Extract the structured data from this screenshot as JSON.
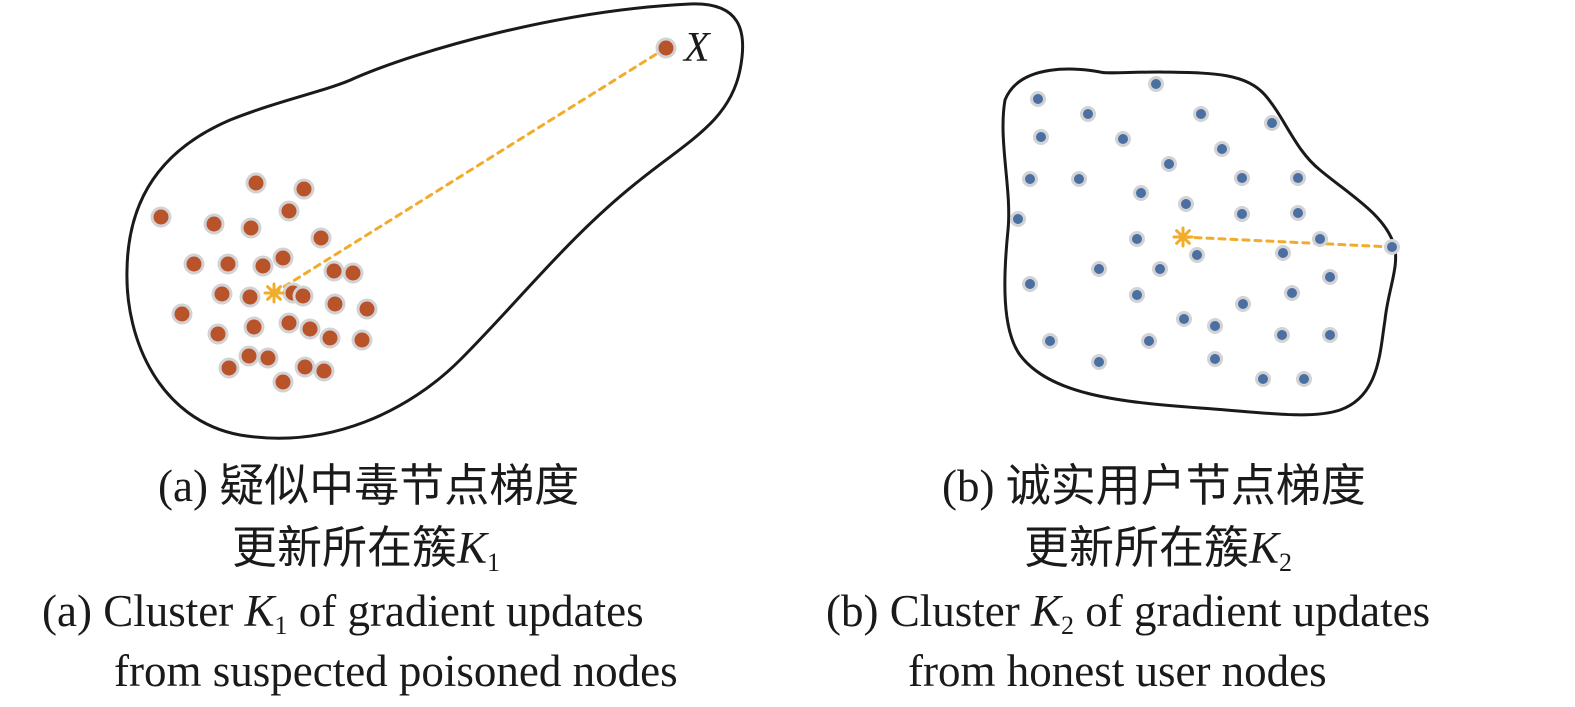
{
  "figure": {
    "panels": [
      {
        "id": "a",
        "cluster_label": "K1",
        "outlier_label": "X",
        "point_color": "#b9532a",
        "halo_color": "#d3d3d6",
        "centroid_color": "#f0ac2a",
        "centroid": [
          274,
          293
        ],
        "outlier": [
          666,
          48
        ],
        "points": [
          [
            256,
            183
          ],
          [
            304,
            189
          ],
          [
            289,
            211
          ],
          [
            161,
            217
          ],
          [
            214,
            224
          ],
          [
            251,
            228
          ],
          [
            321,
            238
          ],
          [
            194,
            264
          ],
          [
            228,
            264
          ],
          [
            263,
            266
          ],
          [
            283,
            258
          ],
          [
            334,
            271
          ],
          [
            353,
            273
          ],
          [
            222,
            294
          ],
          [
            250,
            297
          ],
          [
            293,
            293
          ],
          [
            303,
            296
          ],
          [
            335,
            304
          ],
          [
            367,
            309
          ],
          [
            182,
            314
          ],
          [
            218,
            334
          ],
          [
            254,
            327
          ],
          [
            289,
            323
          ],
          [
            310,
            329
          ],
          [
            330,
            338
          ],
          [
            362,
            340
          ],
          [
            249,
            356
          ],
          [
            268,
            358
          ],
          [
            229,
            368
          ],
          [
            305,
            367
          ],
          [
            324,
            371
          ],
          [
            283,
            382
          ]
        ],
        "caption_zh_line1_prefix": "(a) ",
        "caption_zh_line1": "疑似中毒节点梯度",
        "caption_zh_line2": "更新所在簇",
        "caption_en_prefix": "(a) Cluster ",
        "caption_en_suffix": " of gradient updates",
        "caption_en_line2": "from suspected poisoned nodes",
        "k_symbol": "K",
        "k_subscript": "1"
      },
      {
        "id": "b",
        "cluster_label": "K2",
        "point_color": "#4a6fa0",
        "halo_color": "#d3d3d6",
        "centroid_color": "#f0ac2a",
        "centroid": [
          1183,
          237
        ],
        "farthest": [
          1392,
          247
        ],
        "points": [
          [
            1156,
            84
          ],
          [
            1038,
            99
          ],
          [
            1088,
            114
          ],
          [
            1201,
            114
          ],
          [
            1272,
            123
          ],
          [
            1041,
            137
          ],
          [
            1123,
            139
          ],
          [
            1222,
            149
          ],
          [
            1169,
            164
          ],
          [
            1030,
            179
          ],
          [
            1079,
            179
          ],
          [
            1242,
            178
          ],
          [
            1298,
            178
          ],
          [
            1141,
            193
          ],
          [
            1186,
            204
          ],
          [
            1242,
            214
          ],
          [
            1298,
            213
          ],
          [
            1018,
            219
          ],
          [
            1137,
            239
          ],
          [
            1320,
            239
          ],
          [
            1197,
            255
          ],
          [
            1283,
            253
          ],
          [
            1392,
            247
          ],
          [
            1099,
            269
          ],
          [
            1160,
            269
          ],
          [
            1330,
            277
          ],
          [
            1030,
            284
          ],
          [
            1292,
            293
          ],
          [
            1137,
            295
          ],
          [
            1243,
            304
          ],
          [
            1184,
            319
          ],
          [
            1215,
            326
          ],
          [
            1050,
            341
          ],
          [
            1149,
            341
          ],
          [
            1282,
            335
          ],
          [
            1330,
            335
          ],
          [
            1099,
            362
          ],
          [
            1215,
            359
          ],
          [
            1263,
            379
          ],
          [
            1304,
            379
          ]
        ],
        "caption_zh_line1_prefix": "(b) ",
        "caption_zh_line1": "诚实用户节点梯度",
        "caption_zh_line2": "更新所在簇",
        "caption_en_prefix": "(b) Cluster ",
        "caption_en_suffix": " of gradient updates",
        "caption_en_line2": "from honest user nodes",
        "k_symbol": "K",
        "k_subscript": "2"
      }
    ],
    "outline_color": "#1a1a1a"
  }
}
